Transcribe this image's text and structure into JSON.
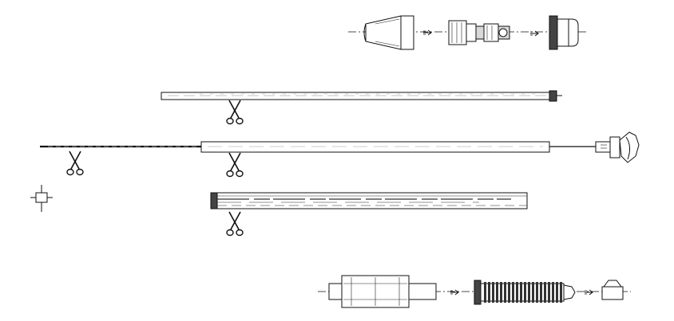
{
  "diagram": {
    "description_text": [],
    "steps": [
      {
        "id": "nipple-assembly",
        "parts": [
          "cone-nut",
          "nipple",
          "ferrule"
        ]
      },
      {
        "id": "inner-cable-cut"
      },
      {
        "id": "outer-casing-cut"
      },
      {
        "id": "sleeve-cut"
      },
      {
        "id": "boot-assembly",
        "parts": [
          "housing",
          "spring-boot",
          "end-cap"
        ]
      }
    ],
    "icons": [
      "scissors-icon",
      "arrow-icon",
      "target-icon"
    ]
  }
}
